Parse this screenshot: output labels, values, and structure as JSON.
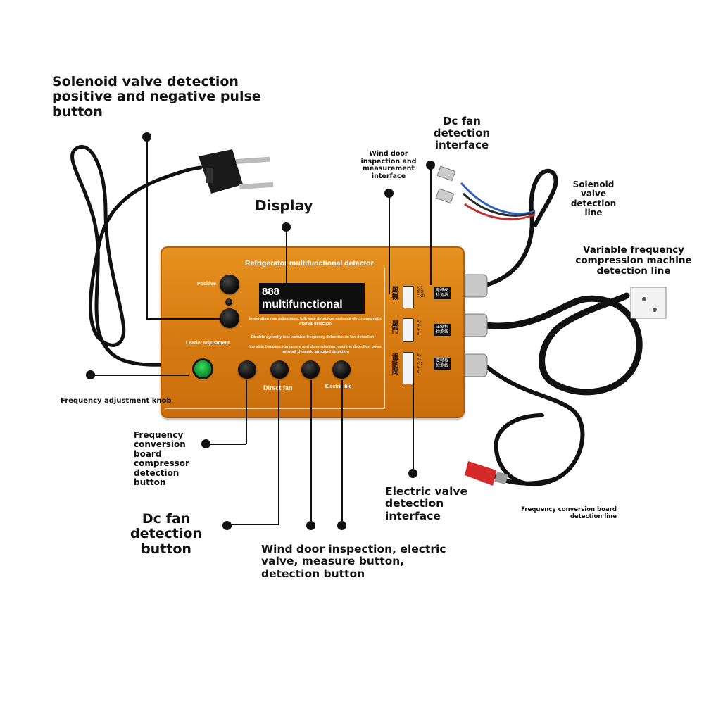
{
  "callouts": {
    "solenoid_button": "Solenoid valve detection positive and negative pulse button",
    "display": "Display",
    "dc_fan_interface": "Dc fan detection interface",
    "wind_door_interface": "Wind door inspection and measurement interface",
    "solenoid_line": "Solenoid valve detection line",
    "vf_compression_line": "Variable frequency compression machine detection line",
    "frequency_knob": "Frequency adjustment knob",
    "freq_conv_button": "Frequency conversion board compressor detection button",
    "dc_fan_button": "Dc fan detection button",
    "wind_door_buttons": "Wind door inspection, electric valve, measure button, detection button",
    "electric_valve_interface": "Electric valve detection interface",
    "freq_conv_line": "Frequency conversion board detection line"
  },
  "device": {
    "title": "Refrigerator multifunctional detector",
    "positive_label": "Positive",
    "leader_label": "Leader adjustment",
    "display_number": "888",
    "display_word": "multifunctional",
    "desc_1": "Integration rate adjustment folk gate detection varicose electromagnetic interval detection",
    "desc_2": "Electric synosity test variable frequency detection dc fan detection",
    "desc_3": "Variable frequency pressure and dimensioning machine detection pulse network dynamic armband detection",
    "direct_fan_label": "Direct fan",
    "electric_tile_label": "Electric tile"
  },
  "colors": {
    "body": "#d67a12",
    "knob": "#111111",
    "freq_knob": "#119934",
    "clip": "#d62a2a"
  },
  "icons": [
    "power-plug-icon",
    "knob-icon",
    "usb-port-icon",
    "cable-icon",
    "alligator-clip-icon",
    "connector-icon"
  ]
}
